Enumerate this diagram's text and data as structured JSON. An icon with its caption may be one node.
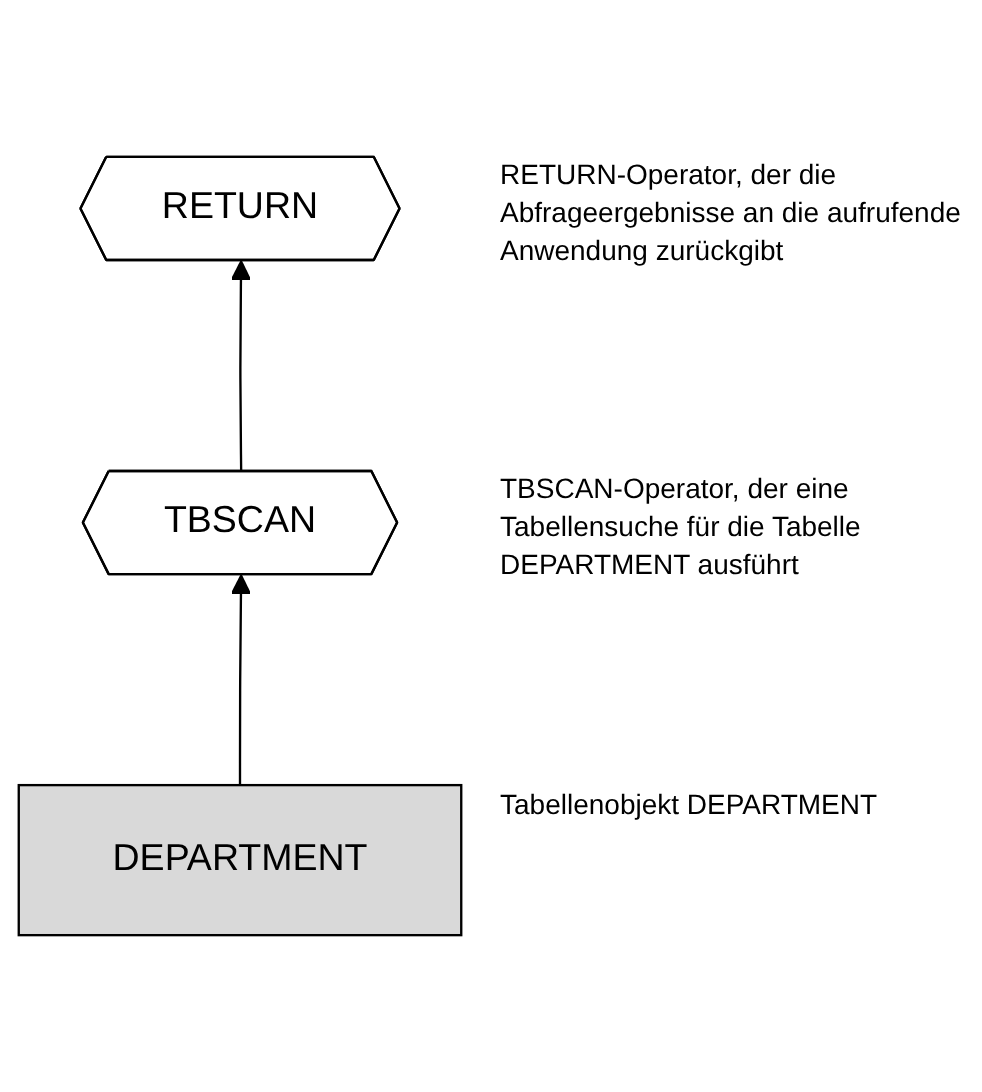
{
  "diagram": {
    "nodes": [
      {
        "text": [
          "RETURN"
        ],
        "beside": [
          "RETURN-Operator, der die Abfrageergebnisse an die aufrufende Anwendung zurückgibt"
        ]
      },
      {
        "text": [
          "TBSCAN"
        ],
        "beside": [
          "TBSCAN-Operator, der eine Tabellensuche für die Tabelle DEPARTMENT ausführt"
        ]
      },
      {
        "text": [
          "DEPARTMENT"
        ],
        "beside": [
          "Tabellenobjekt DEPARTMENT"
        ]
      }
    ],
    "edges": [
      {
        "from": 1,
        "to": 0,
        "arrow": "to"
      },
      {
        "from": 2,
        "to": 1,
        "arrow": "to"
      }
    ]
  }
}
